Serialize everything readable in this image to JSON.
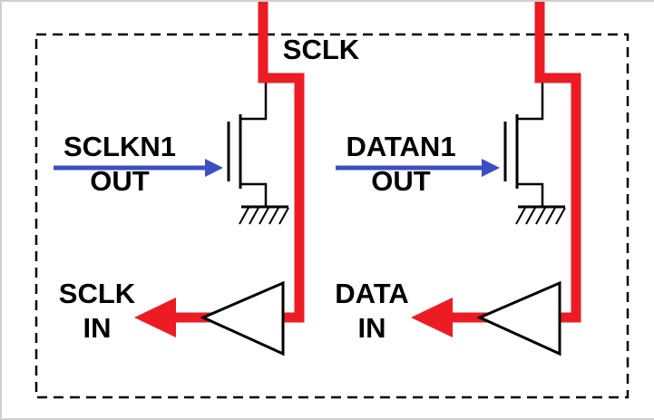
{
  "diagram": {
    "type": "open-drain-io-schematic",
    "colors": {
      "line": "#000000",
      "net": "#ec1c24",
      "drive": "#3b4fc1",
      "buffer_fill": "#ffffff",
      "background": "#ffffff"
    },
    "top_net_label": "SCLK",
    "sclk_section": {
      "gate_label_line1": "SCLKN1",
      "gate_label_line2": "OUT",
      "input_label_line1": "SCLK",
      "input_label_line2": "IN"
    },
    "data_section": {
      "gate_label_line1": "DATAN1",
      "gate_label_line2": "OUT",
      "input_label_line1": "DATA",
      "input_label_line2": "IN"
    }
  }
}
